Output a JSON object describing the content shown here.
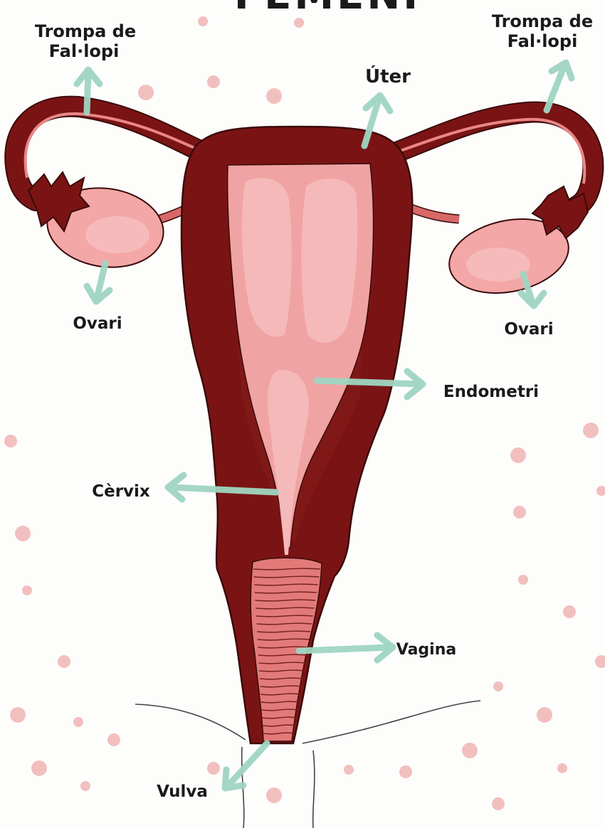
{
  "title": "FEMENÍ",
  "labels": {
    "trompa_left_line1": "Trompa de",
    "trompa_left_line2": "Fal·lopi",
    "trompa_right_line1": "Trompa de",
    "trompa_right_line2": "Fal·lopi",
    "uter": "Úter",
    "ovari_left": "Ovari",
    "ovari_right": "Ovari",
    "endometri": "Endometri",
    "cervix": "Cèrvix",
    "vagina": "Vagina",
    "vulva": "Vulva"
  },
  "colors": {
    "organ_dark": "#7a1414",
    "organ_stroke": "#3a0a0a",
    "endometrium": "#f0a3a3",
    "cavity": "#f6b9b9",
    "ovary": "#f3a7a7",
    "vagina": "#e27a7a",
    "arrow": "#9fd6c2",
    "dots": "#ea8d8d"
  }
}
